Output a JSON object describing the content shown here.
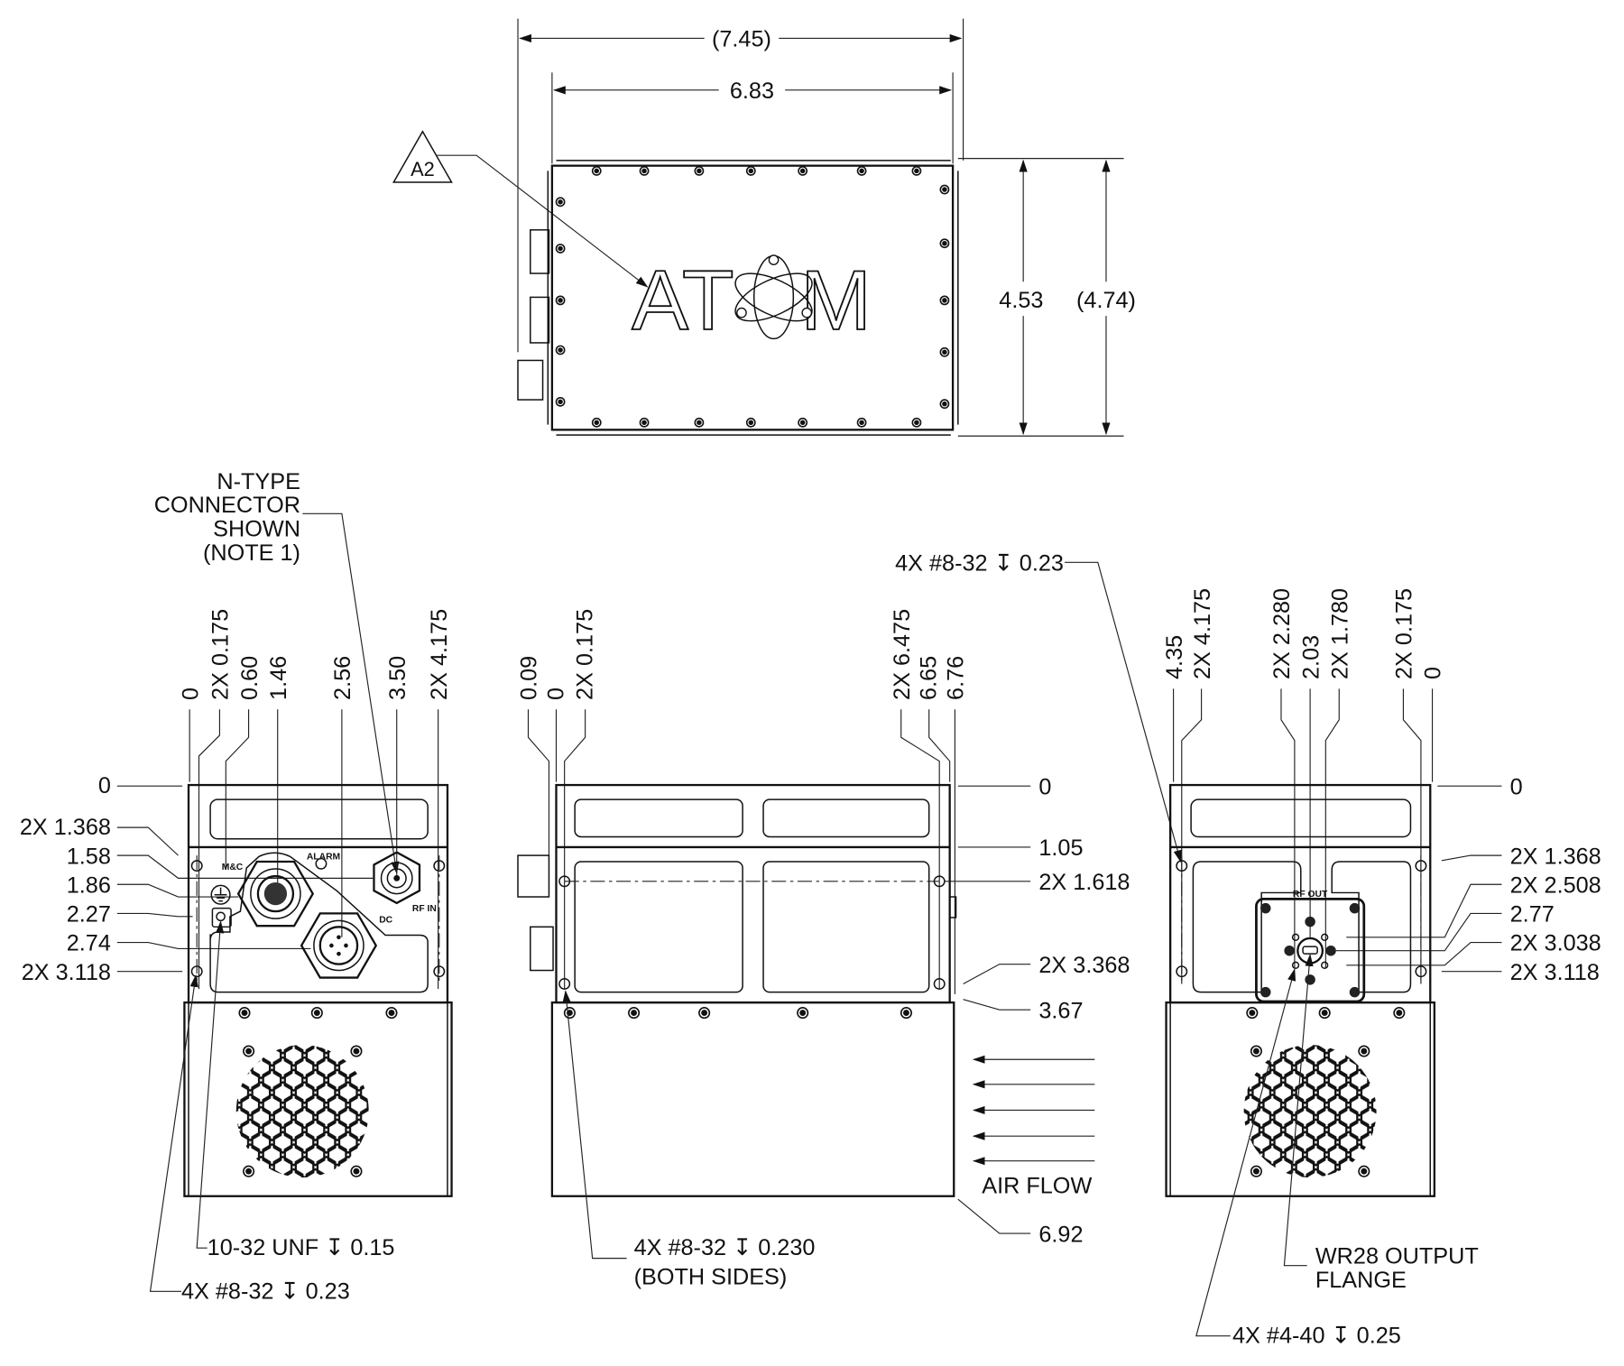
{
  "top_view": {
    "dim_overall_width": "(7.45)",
    "dim_width": "6.83",
    "dim_height": "4.53",
    "dim_overall_height": "(4.74)",
    "callout_tag": "A2",
    "logo_text": "ATOM"
  },
  "front_view": {
    "note": [
      "N-TYPE",
      "CONNECTOR",
      "SHOWN",
      "(NOTE 1)"
    ],
    "top_dims": [
      "0",
      "2X 0.175",
      "0.60",
      "1.46",
      "2.56",
      "3.50",
      "2X 4.175"
    ],
    "left_dims": [
      "0",
      "2X 1.368",
      "1.58",
      "1.86",
      "2.27",
      "2.74",
      "2X 3.118"
    ],
    "panel_labels": {
      "mc": "M&C",
      "alarm": "ALARM",
      "dc": "DC",
      "rf_in": "RF IN"
    },
    "callout_ground": "10-32 UNF ↧ 0.15",
    "callout_mount": "4X #8-32 ↧ 0.23"
  },
  "side_view": {
    "top_dims": [
      "0.09",
      "0",
      "2X 0.175",
      "2X 6.475",
      "6.65",
      "6.76"
    ],
    "right_dims": [
      "0",
      "1.05",
      "2X 1.618",
      "2X 3.368",
      "3.67",
      "6.92"
    ],
    "airflow_label": "AIR FLOW",
    "callout_mount": [
      "4X #8-32 ↧ 0.230",
      "(BOTH SIDES)"
    ]
  },
  "rear_view": {
    "callout_top": "4X #8-32 ↧ 0.23",
    "top_dims": [
      "4.35",
      "2X 4.175",
      "2X 2.280",
      "2.03",
      "2X 1.780",
      "2X 0.175",
      "0"
    ],
    "right_dims": [
      "0",
      "2X 1.368",
      "2X 2.508",
      "2.77",
      "2X 3.038",
      "2X 3.118"
    ],
    "panel_label": "RF OUT",
    "callout_flange": [
      "WR28 OUTPUT",
      "FLANGE"
    ],
    "callout_holes": "4X #4-40 ↧ 0.25"
  }
}
